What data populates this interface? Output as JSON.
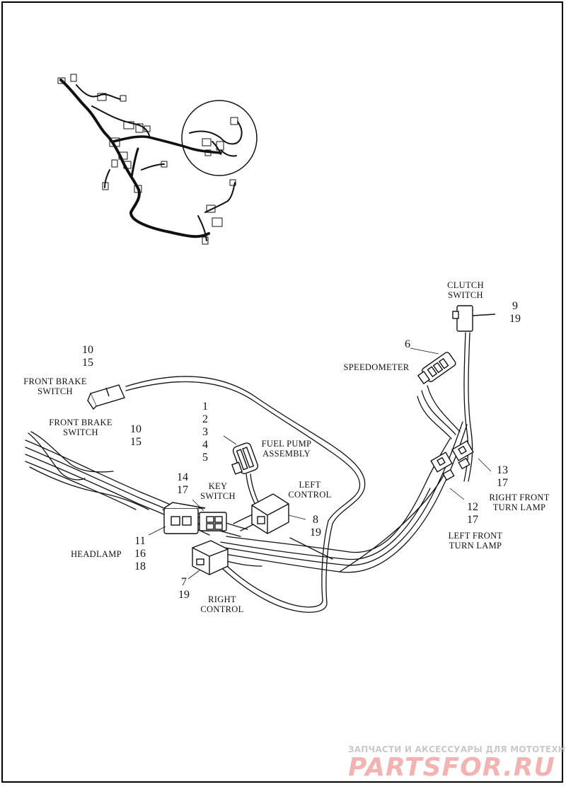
{
  "labels": {
    "clutch_switch": [
      "CLUTCH",
      "SWITCH"
    ],
    "speedometer": "SPEEDOMETER",
    "front_brake_switch_top": [
      "FRONT BRAKE",
      "SWITCH"
    ],
    "front_brake_switch_bottom": [
      "FRONT BRAKE",
      "SWITCH"
    ],
    "fuel_pump": [
      "FUEL PUMP",
      "ASSEMBLY"
    ],
    "left_control": [
      "LEFT",
      "CONTROL"
    ],
    "key_switch": [
      "KEY",
      "SWITCH"
    ],
    "headlamp": "HEADLAMP",
    "right_control": [
      "RIGHT",
      "CONTROL"
    ],
    "right_front_turn_lamp": [
      "RIGHT FRONT",
      "TURN LAMP"
    ],
    "left_front_turn_lamp": [
      "LEFT FRONT",
      "TURN LAMP"
    ]
  },
  "callouts": {
    "clutch": [
      "9",
      "19"
    ],
    "speedometer": [
      "6"
    ],
    "front_brake_top": [
      "10",
      "15"
    ],
    "front_brake_bottom": [
      "10",
      "15"
    ],
    "fuel_pump": [
      "1",
      "2",
      "3",
      "4",
      "5"
    ],
    "key_switch": [
      "14",
      "17"
    ],
    "left_control": [
      "8",
      "19"
    ],
    "headlamp": [
      "11",
      "16",
      "18"
    ],
    "right_control": [
      "7",
      "19"
    ],
    "right_front_turn": [
      "13",
      "17"
    ],
    "left_front_turn": [
      "12",
      "17"
    ]
  },
  "watermark": {
    "subtitle": "ЗАПЧАСТИ И АКСЕССУАРЫ ДЛЯ МОТОТЕХНИКИ",
    "brand": "PARTSFOR.RU"
  },
  "colors": {
    "line": "#111111",
    "watermark_red": "#f2b3b3",
    "watermark_gray": "#c9c9c9"
  }
}
